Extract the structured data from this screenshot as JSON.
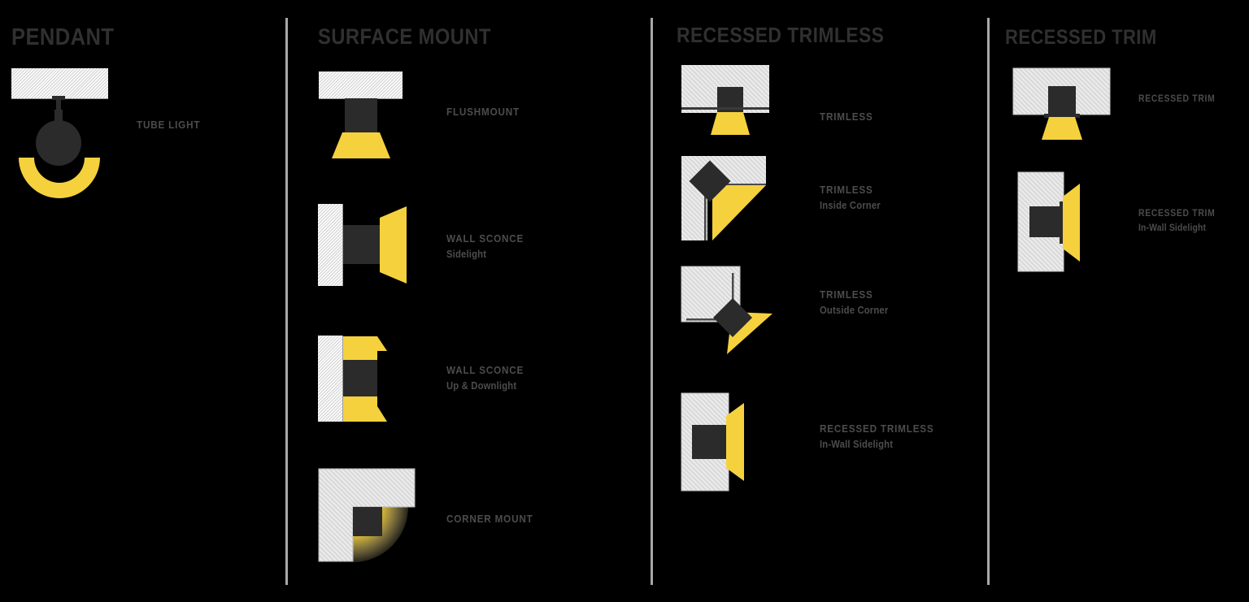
{
  "palette": {
    "background": "#000000",
    "light_yellow": "#f5d13e",
    "fixture_dark": "#2b2b2b",
    "hatch_fill": "#ececec",
    "divider_gray": "#a8a8a8",
    "title_gray": "#303030",
    "label_gray": "#4c4c4c"
  },
  "columns": [
    {
      "id": "pendant",
      "title": "PENDANT",
      "items": [
        {
          "id": "tube-light",
          "label_line1": "TUBE LIGHT",
          "label_line2": ""
        }
      ]
    },
    {
      "id": "surface-mount",
      "title": "SURFACE MOUNT",
      "items": [
        {
          "id": "flushmount",
          "label_line1": "FLUSHMOUNT",
          "label_line2": ""
        },
        {
          "id": "wall-sconce-sidelight",
          "label_line1": "WALL SCONCE",
          "label_line2": "Sidelight"
        },
        {
          "id": "wall-sconce-up-downlight",
          "label_line1": "WALL SCONCE",
          "label_line2": "Up & Downlight"
        },
        {
          "id": "corner-mount",
          "label_line1": "CORNER MOUNT",
          "label_line2": ""
        }
      ]
    },
    {
      "id": "recessed-trimless",
      "title": "RECESSED TRIMLESS",
      "items": [
        {
          "id": "trimless",
          "label_line1": "TRIMLESS",
          "label_line2": ""
        },
        {
          "id": "trimless-inside-corner",
          "label_line1": "TRIMLESS",
          "label_line2": "Inside Corner"
        },
        {
          "id": "trimless-outside-corner",
          "label_line1": "TRIMLESS",
          "label_line2": "Outside Corner"
        },
        {
          "id": "recessed-trimless-in-wall-sidelight",
          "label_line1": "RECESSED TRIMLESS",
          "label_line2": "In-Wall Sidelight"
        }
      ]
    },
    {
      "id": "recessed-trim",
      "title": "RECESSED TRIM",
      "items": [
        {
          "id": "recessed-trim",
          "label_line1": "RECESSED TRIM",
          "label_line2": ""
        },
        {
          "id": "recessed-trim-in-wall-sidelight",
          "label_line1": "RECESSED TRIM",
          "label_line2": "In-Wall Sidelight"
        }
      ]
    }
  ]
}
